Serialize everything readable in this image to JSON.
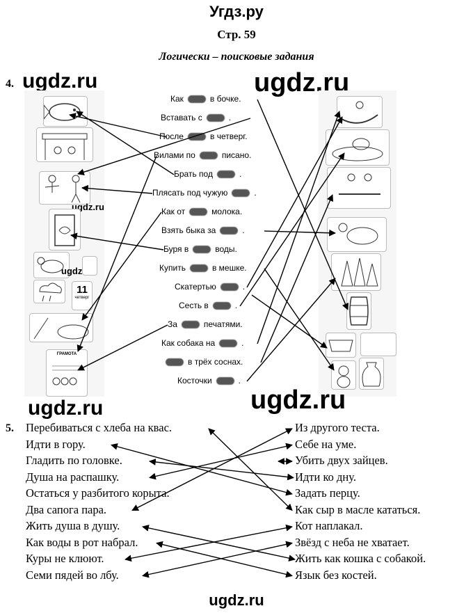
{
  "header": {
    "site_title": "Угдз.ру",
    "page_ref": "Стр. 59",
    "section_title": "Логически – поисковые задания"
  },
  "task4": {
    "number": "4.",
    "phrases": [
      {
        "left": "Как",
        "right": "в бочке."
      },
      {
        "left": "Вставать с",
        "right": "."
      },
      {
        "left": "После",
        "right": "в четверг."
      },
      {
        "left": "Вилами по",
        "right": "писано."
      },
      {
        "left": "Брать под",
        "right": "."
      },
      {
        "left": "Плясать под чужую",
        "right": "."
      },
      {
        "left": "Как от",
        "right": "молока."
      },
      {
        "left": "Взять быка за",
        "right": "."
      },
      {
        "left": "Буря в",
        "right": "воды."
      },
      {
        "left": "Купить",
        "right": "в мешке."
      },
      {
        "left": "Скатертью",
        "right": "."
      },
      {
        "left": "Сесть в",
        "right": "."
      },
      {
        "left": "За",
        "right": "печатями."
      },
      {
        "left": "Как собака на",
        "right": "."
      },
      {
        "left": "",
        "right": "в трёх соснах."
      },
      {
        "left": "Косточки",
        "right": "."
      }
    ],
    "small_watermark_1": "ugdz.ru",
    "small_watermark_2": "ugdz.ru",
    "calendar_number": "11",
    "calendar_word": "четверг",
    "certificate_title": "ГРАМОТА"
  },
  "watermarks": {
    "task4_left": "ugdz.ru",
    "task4_center": "ugdz.ru",
    "middle_left": "ugdz.ru",
    "middle_right": "ugdz.ru",
    "footer": "ugdz.ru"
  },
  "task5": {
    "number": "5.",
    "left_phrases": [
      "Перебиваться с хлеба на квас.",
      "Идти в гору.",
      "Гладить по головке.",
      "Душа на распашку.",
      "Остаться у разбитого корыта.",
      "Два сапога пара.",
      "Жить душа в душу.",
      "Как воды в рот набрал.",
      "Куры не клюют.",
      "Семи пядей во лбу."
    ],
    "right_phrases": [
      "Из другого теста.",
      "Себе на уме.",
      "Убить двух зайцев.",
      "Идти ко дну.",
      "Задать перцу.",
      "Как сыр в масле кататься.",
      "Кот наплакал.",
      "Звёзд с неба не хватает.",
      "Жить как кошка с собакой.",
      "Язык без костей."
    ]
  }
}
